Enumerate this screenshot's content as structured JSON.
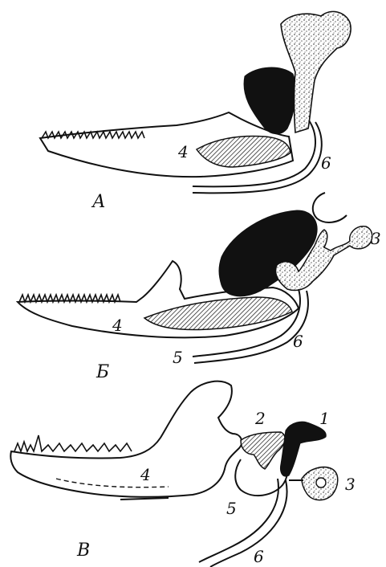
{
  "panels": [
    {
      "label": "А",
      "numbers": [
        "4",
        "6"
      ]
    },
    {
      "label": "Б",
      "numbers": [
        "4",
        "5",
        "6",
        "3"
      ]
    },
    {
      "label": "В",
      "numbers": [
        "4",
        "5",
        "6",
        "1",
        "2",
        "3"
      ]
    }
  ],
  "colors": {
    "ink": "#111111",
    "fill_dark": "#111111",
    "fill_paper": "#ffffff"
  },
  "legend_note": ""
}
